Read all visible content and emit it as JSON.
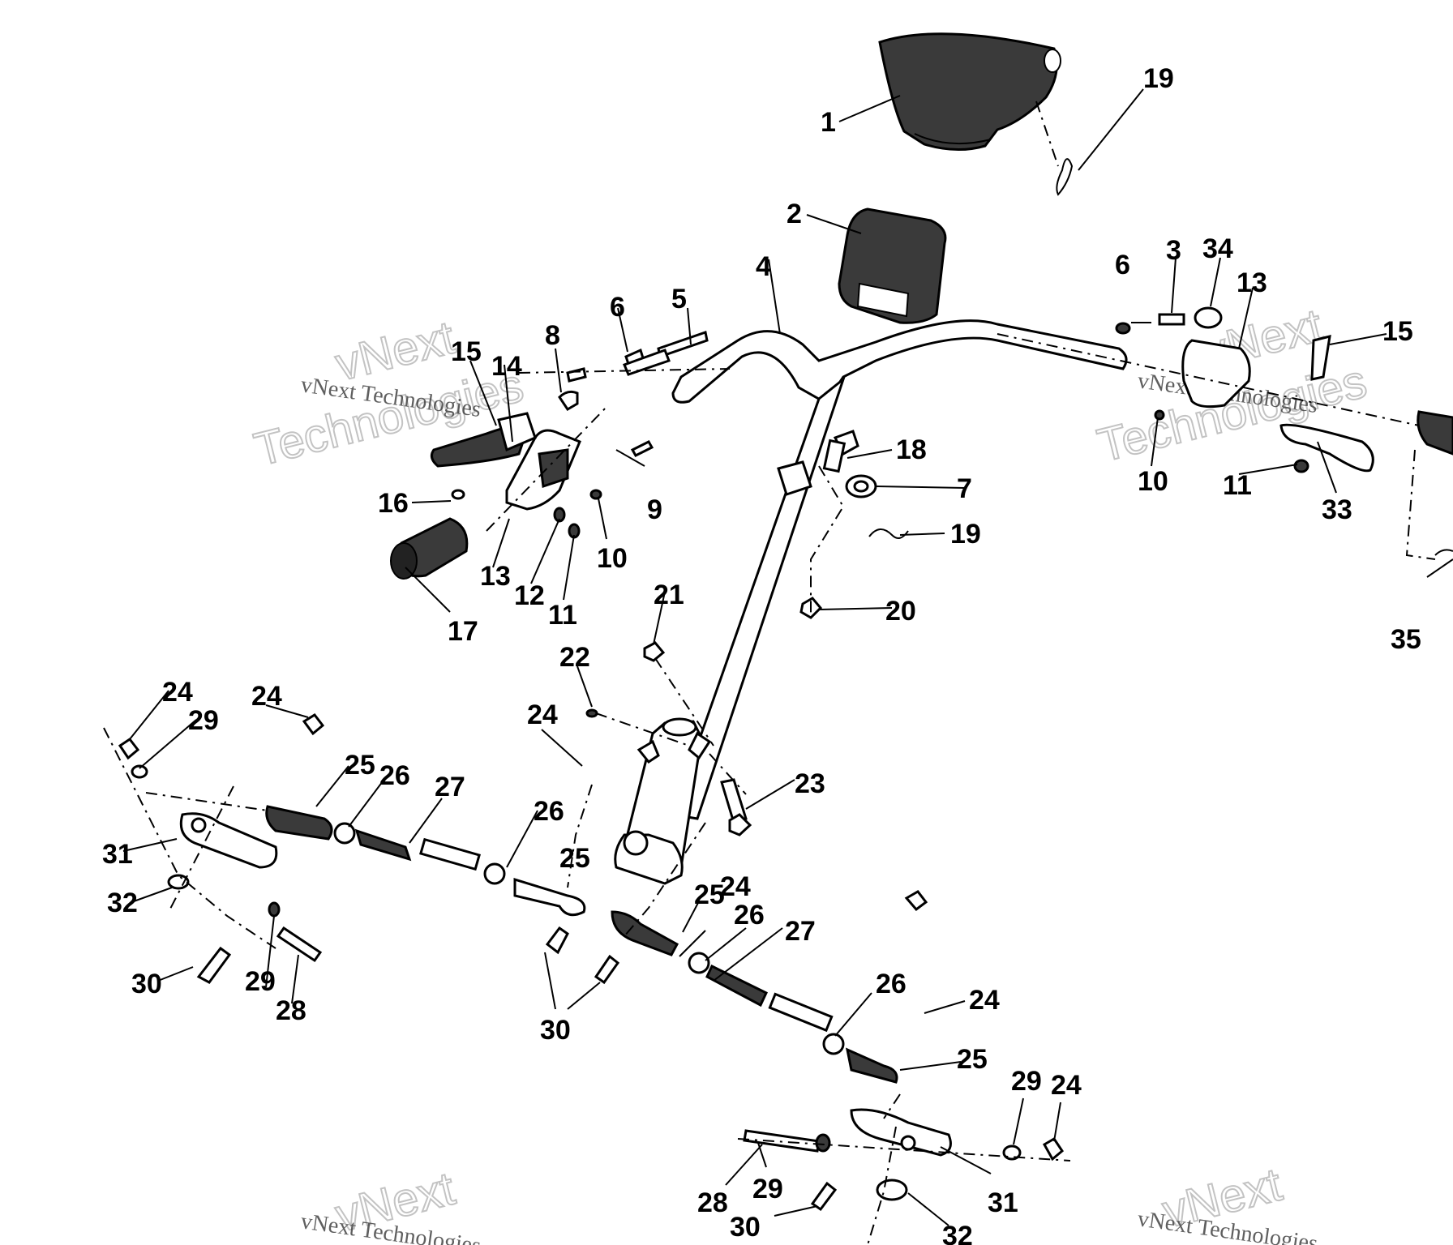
{
  "watermark": {
    "brand": "vNext",
    "word": "Technologies",
    "full": "vNext Technologies"
  },
  "callouts": [
    {
      "id": "c1",
      "text": "1"
    },
    {
      "id": "c19a",
      "text": "19"
    },
    {
      "id": "c2",
      "text": "2"
    },
    {
      "id": "c4",
      "text": "4"
    },
    {
      "id": "c5",
      "text": "5"
    },
    {
      "id": "c6a",
      "text": "6"
    },
    {
      "id": "c8",
      "text": "8"
    },
    {
      "id": "c15a",
      "text": "15"
    },
    {
      "id": "c14",
      "text": "14"
    },
    {
      "id": "c16",
      "text": "16"
    },
    {
      "id": "c9",
      "text": "9"
    },
    {
      "id": "c10a",
      "text": "10"
    },
    {
      "id": "c13a",
      "text": "13"
    },
    {
      "id": "c12",
      "text": "12"
    },
    {
      "id": "c11a",
      "text": "11"
    },
    {
      "id": "c17",
      "text": "17"
    },
    {
      "id": "c18",
      "text": "18"
    },
    {
      "id": "c7",
      "text": "7"
    },
    {
      "id": "c19b",
      "text": "19"
    },
    {
      "id": "c20",
      "text": "20"
    },
    {
      "id": "c21",
      "text": "21"
    },
    {
      "id": "c22",
      "text": "22"
    },
    {
      "id": "c6b",
      "text": "6"
    },
    {
      "id": "c3",
      "text": "3"
    },
    {
      "id": "c34",
      "text": "34"
    },
    {
      "id": "c13b",
      "text": "13"
    },
    {
      "id": "c15b",
      "text": "15"
    },
    {
      "id": "c10b",
      "text": "10"
    },
    {
      "id": "c11b",
      "text": "11"
    },
    {
      "id": "c33",
      "text": "33"
    },
    {
      "id": "c35",
      "text": "35"
    },
    {
      "id": "c24a",
      "text": "24"
    },
    {
      "id": "c29a",
      "text": "29"
    },
    {
      "id": "c24b",
      "text": "24"
    },
    {
      "id": "c25a",
      "text": "25"
    },
    {
      "id": "c26a",
      "text": "26"
    },
    {
      "id": "c27a",
      "text": "27"
    },
    {
      "id": "c24c",
      "text": "24"
    },
    {
      "id": "c26b",
      "text": "26"
    },
    {
      "id": "c23",
      "text": "23"
    },
    {
      "id": "c31a",
      "text": "31"
    },
    {
      "id": "c32a",
      "text": "32"
    },
    {
      "id": "c25b",
      "text": "25"
    },
    {
      "id": "c24d",
      "text": "24"
    },
    {
      "id": "c25c",
      "text": "25"
    },
    {
      "id": "c26c",
      "text": "26"
    },
    {
      "id": "c27b",
      "text": "27"
    },
    {
      "id": "c30a",
      "text": "30"
    },
    {
      "id": "c29b",
      "text": "29"
    },
    {
      "id": "c28a",
      "text": "28"
    },
    {
      "id": "c30b",
      "text": "30"
    },
    {
      "id": "c26d",
      "text": "26"
    },
    {
      "id": "c24e",
      "text": "24"
    },
    {
      "id": "c25d",
      "text": "25"
    },
    {
      "id": "c29c",
      "text": "29"
    },
    {
      "id": "c24f",
      "text": "24"
    },
    {
      "id": "c28b",
      "text": "28"
    },
    {
      "id": "c29d",
      "text": "29"
    },
    {
      "id": "c31b",
      "text": "31"
    },
    {
      "id": "c30c",
      "text": "30"
    },
    {
      "id": "c32b",
      "text": "32"
    }
  ]
}
